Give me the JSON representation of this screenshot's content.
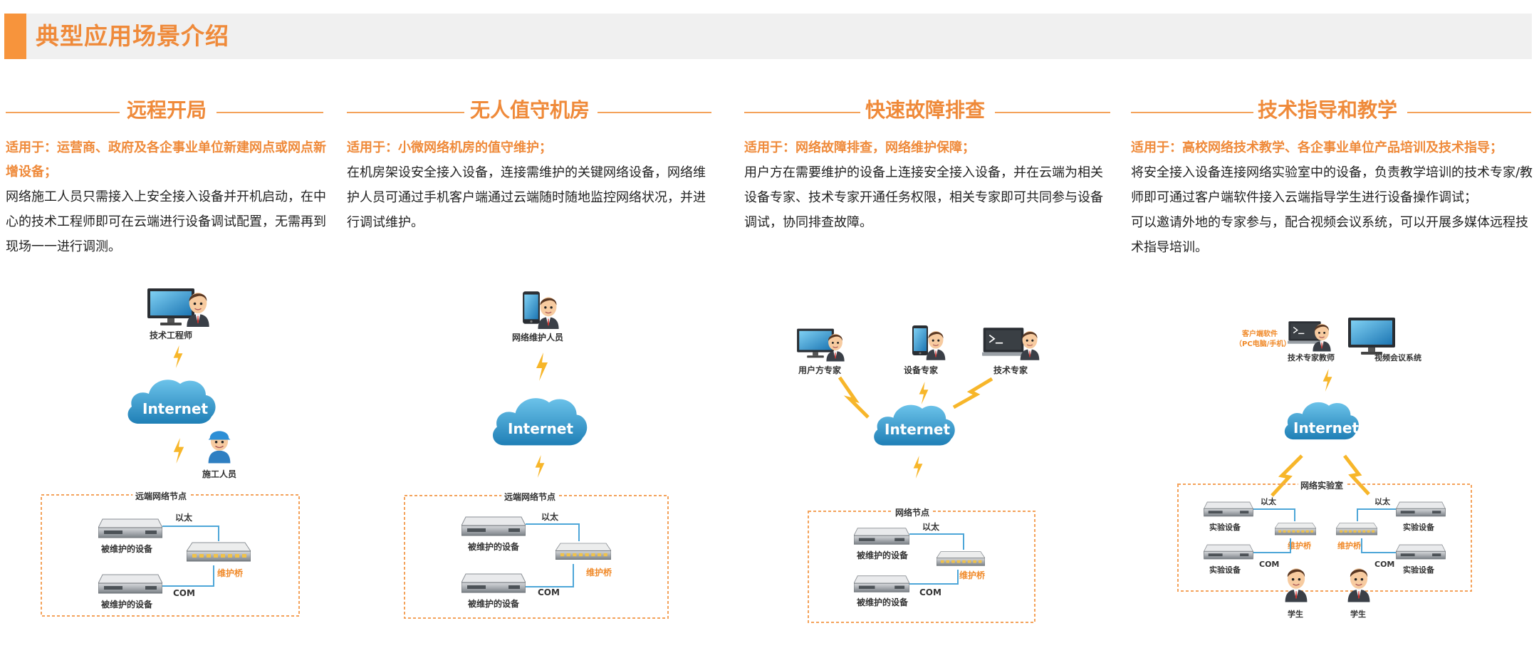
{
  "header": {
    "title": "典型应用场景介绍"
  },
  "columns": [
    {
      "title": "远程开局",
      "applies": "适用于：运营商、政府及各企事业单位新建网点或网点新增设备；",
      "desc": "网络施工人员只需接入上安全接入设备并开机启动，在中心的技术工程师即可在云端进行设备调试配置，无需再到现场一一进行调测。",
      "diagram": {
        "top_label": "技术工程师",
        "cloud_label": "Internet",
        "worker_label": "施工人员",
        "box_title": "远端网络节点",
        "device1_label": "被维护的设备",
        "device2_label": "被维护的设备",
        "bridge_label": "维护桥",
        "link1_label": "以太",
        "link2_label": "COM"
      }
    },
    {
      "title": "无人值守机房",
      "applies": "适用于：小微网络机房的值守维护；",
      "desc": "在机房架设安全接入设备，连接需维护的关键网络设备，网络维护人员可通过手机客户端通过云端随时随地监控网络状况，并进行调试维护。",
      "diagram": {
        "top_label": "网络维护人员",
        "cloud_label": "Internet",
        "box_title": "远端网络节点",
        "device1_label": "被维护的设备",
        "device2_label": "被维护的设备",
        "bridge_label": "维护桥",
        "link1_label": "以太",
        "link2_label": "COM"
      }
    },
    {
      "title": "快速故障排查",
      "applies": "适用于：网络故障排查，网络维护保障；",
      "desc": "用户方在需要维护的设备上连接安全接入设备，并在云端为相关设备专家、技术专家开通任务权限，相关专家即可共同参与设备调试，协同排查故障。",
      "diagram": {
        "user_label": "用户方专家",
        "device_expert_label": "设备专家",
        "tech_expert_label": "技术专家",
        "cloud_label": "Internet",
        "box_title": "网络节点",
        "device1_label": "被维护的设备",
        "device2_label": "被维护的设备",
        "bridge_label": "维护桥",
        "link1_label": "以太",
        "link2_label": "COM"
      }
    },
    {
      "title": "技术指导和教学",
      "applies": "适用于：高校网络技术教学、各企事业单位产品培训及技术指导；",
      "desc": "将安全接入设备连接网络实验室中的设备，负责教学培训的技术专家/教师即可通过客户端软件接入云端指导学生进行设备操作调试；",
      "desc2": "可以邀请外地的专家参与，配合视频会议系统，可以开展多媒体远程技术指导培训。",
      "diagram": {
        "client_label": "客户端软件",
        "client_sub": "（PC电脑/手机）",
        "teacher_label": "技术专家教师",
        "video_label": "视频会议系统",
        "cloud_label": "Internet",
        "box_title": "网络实验室",
        "lab_device": "实验设备",
        "bridge_label": "维护桥",
        "link1_label": "以太",
        "link2_label": "COM",
        "student_label": "学生"
      }
    }
  ],
  "colors": {
    "accent": "#f7943c",
    "title": "#ef8a3a",
    "cloud": "#3a9fd0",
    "bolt": "#f7b62a"
  }
}
